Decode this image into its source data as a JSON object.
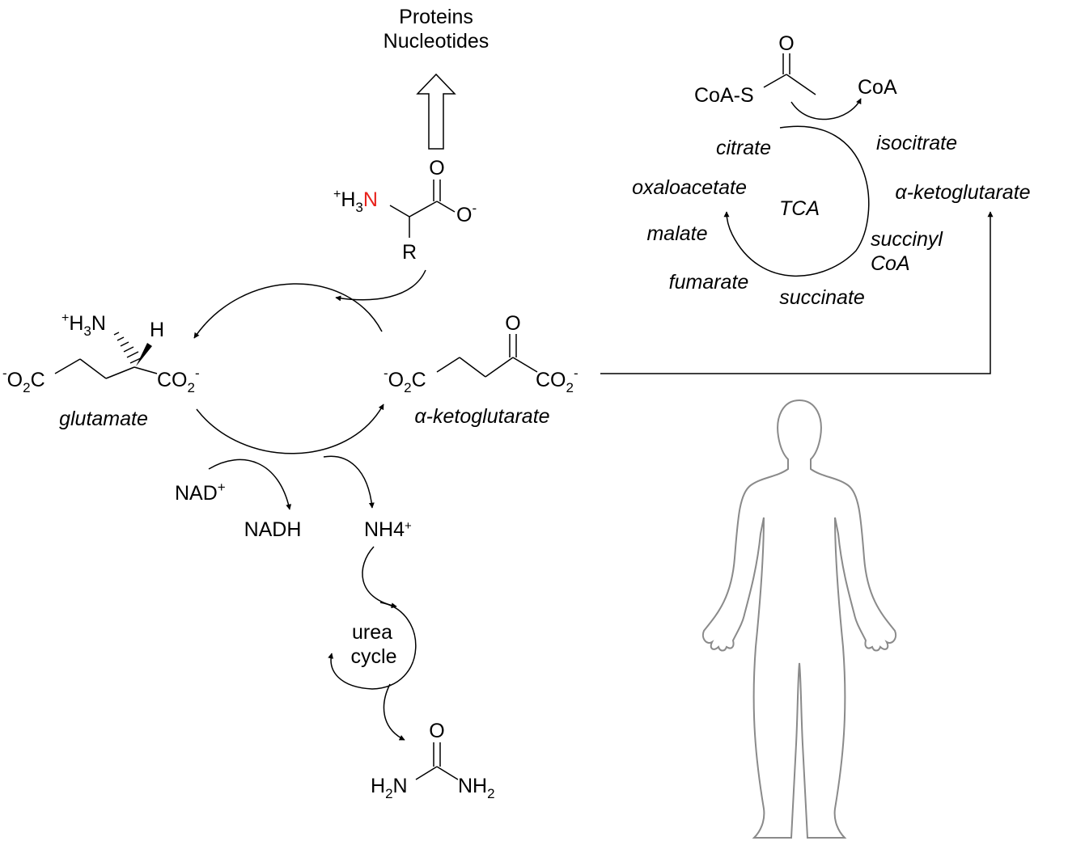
{
  "products": {
    "line1": "Proteins",
    "line2": "Nucleotides"
  },
  "amino_acid": {
    "ammonium": "+H3",
    "ammonium_sup": "+",
    "ammonium_h": "H",
    "ammonium_sub": "3",
    "nitrogen": "N",
    "carbonyl_o": "O",
    "carboxylate_o": "O",
    "charge": "-",
    "side_chain": "R",
    "nitrogen_color": "#e8221b"
  },
  "glutamate": {
    "ammonium_h": "H",
    "ammonium_sub": "3",
    "ammonium_sup": "+",
    "ammonium_n": "N",
    "hydrogen": "H",
    "left_charge": "-",
    "left_group": "O",
    "left_sub": "2",
    "left_c": "C",
    "right_group": "CO",
    "right_sub": "2",
    "right_charge": "-",
    "name": "glutamate"
  },
  "akg_left": {
    "left_charge": "-",
    "left_group": "O",
    "left_sub": "2",
    "left_c": "C",
    "keto_o": "O",
    "right_group": "CO",
    "right_sub": "2",
    "right_charge": "-",
    "name": "α-ketoglutarate"
  },
  "cofactors": {
    "nad": "NAD",
    "nad_sup": "+",
    "nadh": "NADH",
    "nh4": "NH4",
    "nh4_sup": "+"
  },
  "urea_cycle": {
    "line1": "urea",
    "line2": "cycle"
  },
  "urea": {
    "o": "O",
    "h2n_h": "H",
    "h2n_sub": "2",
    "h2n_n": "N",
    "nh2_n": "NH",
    "nh2_sub": "2"
  },
  "tca": {
    "acetyl": "CoA-S",
    "acetyl_o": "O",
    "coa": "CoA",
    "center": "TCA",
    "citrate": "citrate",
    "isocitrate": "isocitrate",
    "akg": "α-ketoglutarate",
    "succinyl1": "succinyl",
    "succinyl2": "CoA",
    "succinate": "succinate",
    "fumarate": "fumarate",
    "malate": "malate",
    "oxaloacetate": "oxaloacetate"
  }
}
